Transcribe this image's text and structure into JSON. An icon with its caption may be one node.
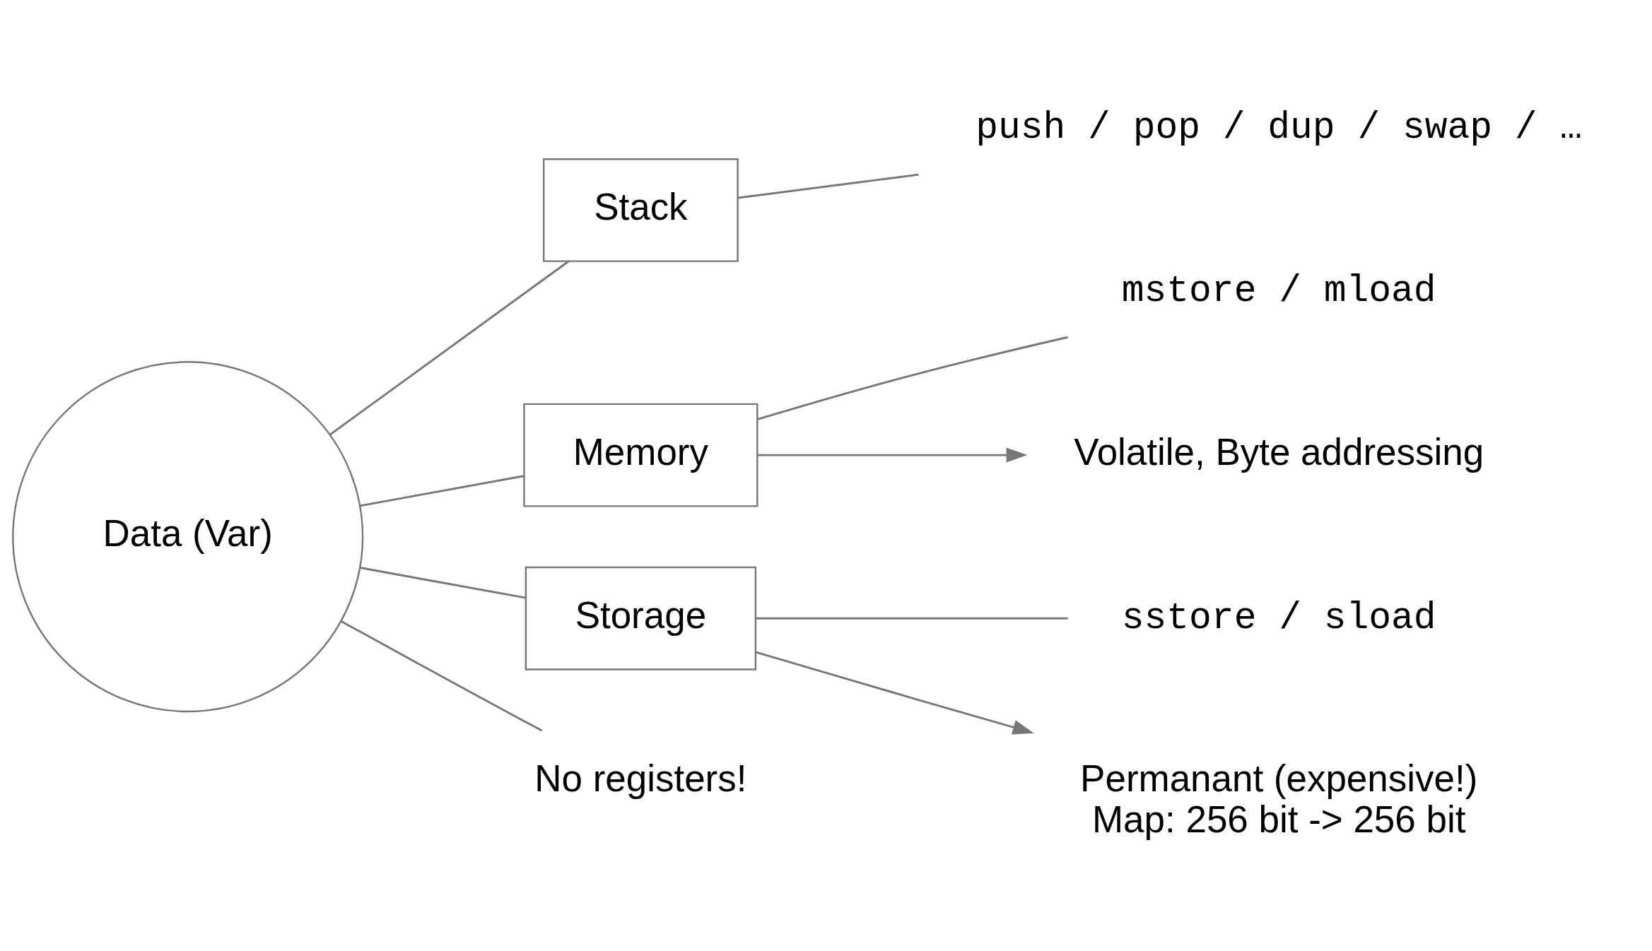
{
  "diagram": {
    "nodes": [
      {
        "text": [
          "Data (Var)"
        ]
      },
      {
        "text": [
          "Stack"
        ]
      },
      {
        "text": [
          "Memory"
        ]
      },
      {
        "text": [
          "Storage"
        ]
      },
      {
        "text": [
          "No registers!"
        ]
      },
      {
        "text": [
          "push / pop / dup / swap / …"
        ]
      },
      {
        "text": [
          "mstore / mload"
        ]
      },
      {
        "text": [
          "Volatile, Byte addressing"
        ]
      },
      {
        "text": [
          "sstore / sload"
        ]
      },
      {
        "text": [
          "Permanant (expensive!)",
          "Map: 256 bit -> 256 bit"
        ]
      }
    ],
    "edges": [
      {
        "from": 0,
        "to": 1,
        "arrow": "none"
      },
      {
        "from": 0,
        "to": 2,
        "arrow": "none"
      },
      {
        "from": 0,
        "to": 3,
        "arrow": "none"
      },
      {
        "from": 0,
        "to": 4,
        "arrow": "none"
      },
      {
        "from": 1,
        "to": 5,
        "arrow": "none"
      },
      {
        "from": 2,
        "to": 6,
        "arrow": "none"
      },
      {
        "from": 2,
        "to": 7,
        "arrow": "to"
      },
      {
        "from": 3,
        "to": 8,
        "arrow": "none"
      },
      {
        "from": 3,
        "to": 9,
        "arrow": "to"
      }
    ]
  }
}
